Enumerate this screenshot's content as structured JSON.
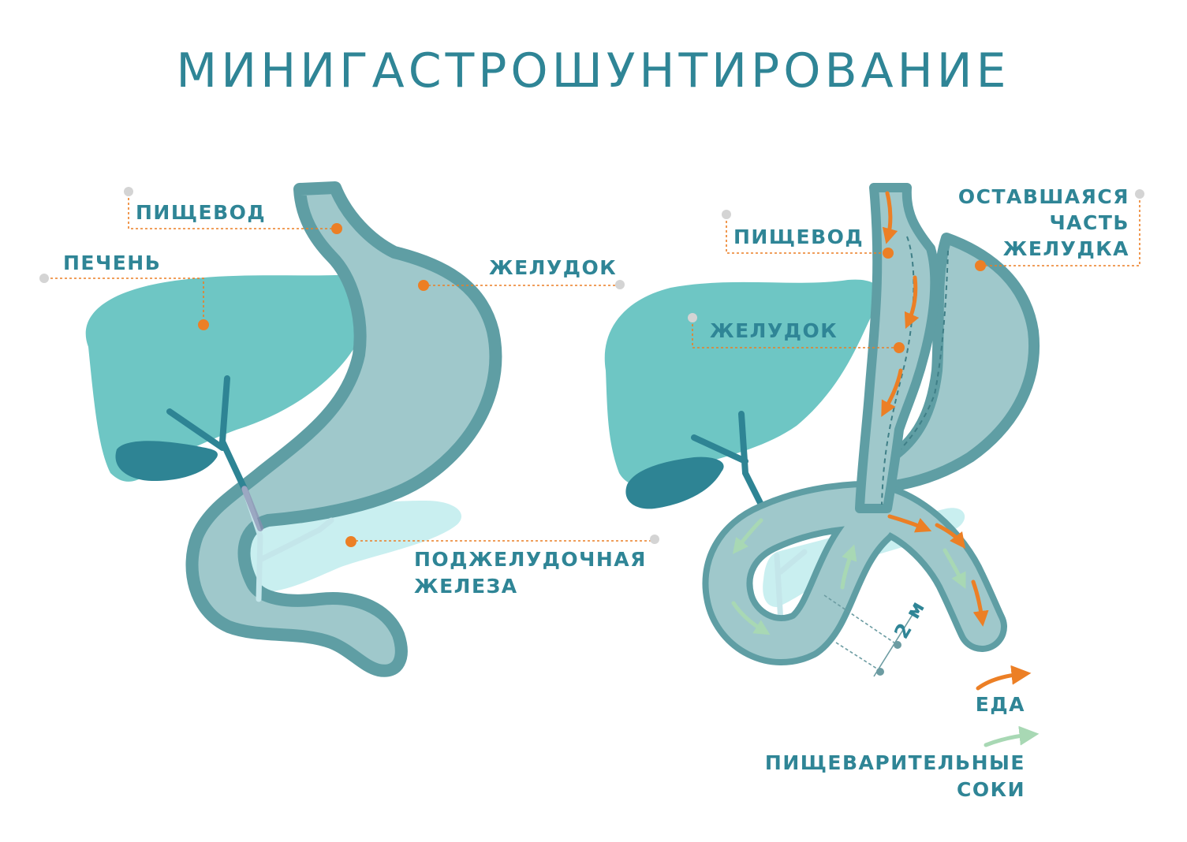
{
  "title": "МИНИГАСТРОШУНТИРОВАНИЕ",
  "left": {
    "esophagus": "ПИЩЕВОД",
    "liver": "ПЕЧЕНЬ",
    "stomach": "ЖЕЛУДОК",
    "pancreas_line1": "ПОДЖЕЛУДОЧНАЯ",
    "pancreas_line2": "ЖЕЛЕЗА"
  },
  "right": {
    "esophagus": "ПИЩЕВОД",
    "stomach": "ЖЕЛУДОК",
    "remaining_line1": "ОСТАВШАЯСЯ",
    "remaining_line2": "ЧАСТЬ",
    "remaining_line3": "ЖЕЛУДКА",
    "distance": "2 м"
  },
  "legend": {
    "food": "ЕДА",
    "juices_line1": "ПИЩЕВАРИТЕЛЬНЫЕ",
    "juices_line2": "СОКИ"
  },
  "colors": {
    "title": "#2f8596",
    "liver": "#6ec6c4",
    "stomach_fill": "#9fc8cb",
    "stomach_outline": "#5f9ea4",
    "gallbladder": "#2e8494",
    "pancreas": "#c9eff0",
    "food_arrow": "#ec7f25",
    "juice_arrow": "#a8d8b4",
    "leader": "#ec7f25",
    "end_dot": "#d4d4d4"
  }
}
